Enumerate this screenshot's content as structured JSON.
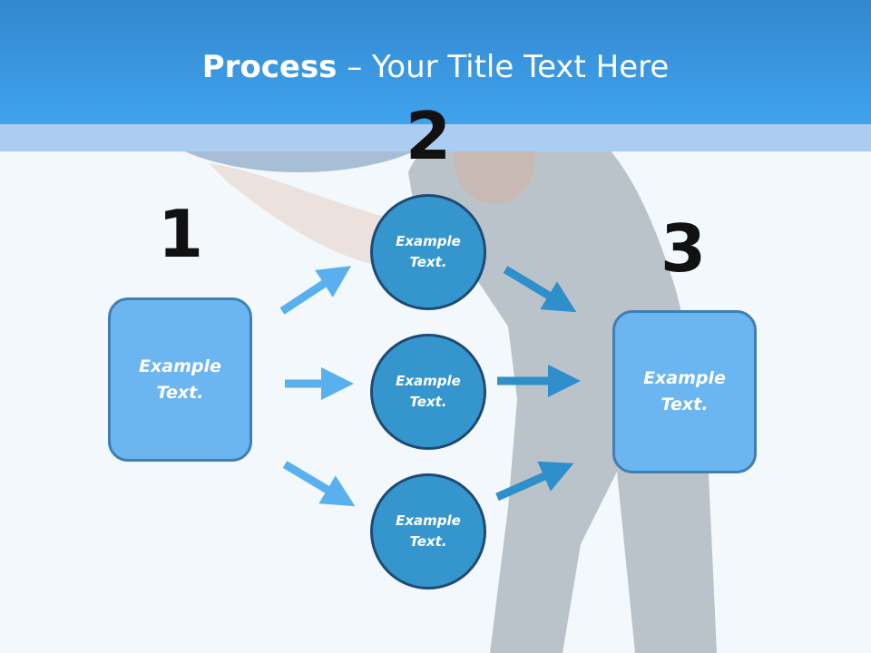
{
  "title": {
    "bold": "Process",
    "rest": " – Your Title Text Here"
  },
  "steps": {
    "one": "1",
    "two": "2",
    "three": "3"
  },
  "left_box": {
    "text": "Example\nText."
  },
  "right_box": {
    "text": "Example\nText."
  },
  "circles": [
    {
      "text": "Example\nText."
    },
    {
      "text": "Example\nText."
    },
    {
      "text": "Example\nText."
    }
  ],
  "colors": {
    "header": "#3a97e0",
    "box_fill": "#6bb5f0",
    "circle_fill": "#3596ce",
    "arrow_left": "#5ab0ee",
    "arrow_right": "#2e8fcb"
  }
}
